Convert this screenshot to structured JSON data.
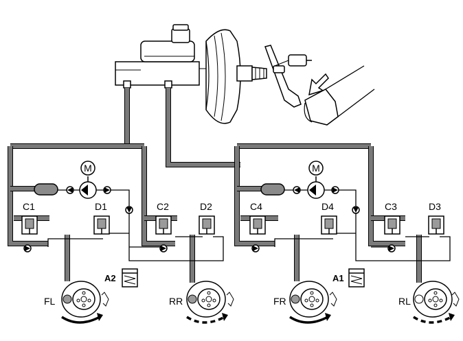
{
  "valves_left": [
    "C1",
    "D1",
    "C2",
    "D2"
  ],
  "valves_right": [
    "C4",
    "D4",
    "C3",
    "D3"
  ],
  "motor_label": "M",
  "accumulators": [
    "A2",
    "A1"
  ],
  "wheels": [
    "FL",
    "RR",
    "FR",
    "RL"
  ],
  "colors": {
    "pipe_grey": "#7a7a7a",
    "line": "#000000",
    "background": "#ffffff"
  }
}
